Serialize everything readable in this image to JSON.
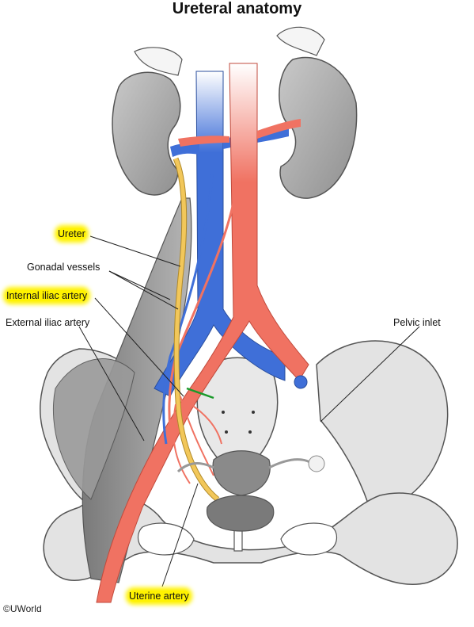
{
  "title": "Ureteral anatomy",
  "labels": {
    "ureter": "Ureter",
    "gonadal_vessels": "Gonadal vessels",
    "internal_iliac_artery": "Internal iliac artery",
    "external_iliac_artery": "External iliac artery",
    "pelvic_inlet": "Pelvic inlet",
    "uterine_artery": "Uterine artery"
  },
  "highlighted": [
    "Ureter",
    "Internal iliac artery",
    "Uterine artery"
  ],
  "copyright": "©UWorld",
  "colors": {
    "artery": "#f07262",
    "vein": "#3f6fd8",
    "ureter": "#f2c75a",
    "kidney": "#a9a9a9",
    "bone": "#e3e3e3",
    "muscle": "#8c8c8c",
    "highlight": "#fff200",
    "marker": "#1a9a2a"
  }
}
